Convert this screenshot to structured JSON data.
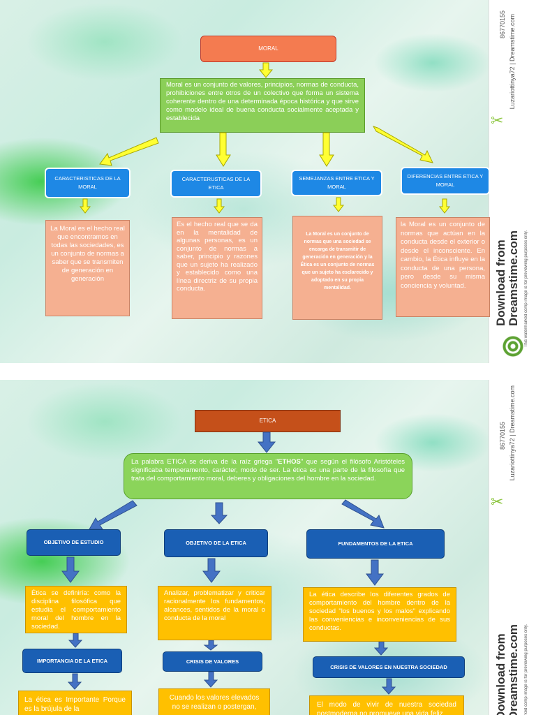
{
  "watermark": {
    "id_text": "86770155",
    "author_text": "Luzariottinya72 | Dreamstime.com",
    "download_line1": "Download from",
    "download_line2": "Dreamstime.com",
    "fine_print": "This watermarked comp image is for previewing purposes only."
  },
  "moral_panel": {
    "title": "MORAL",
    "definition": "Moral es un conjunto de valores, principios, normas de conducta, prohibiciones entre otros de un colectivo que forma un sistema coherente dentro de una determinada época histórica y que sirve como modelo ideal de buena conducta socialmente aceptada y establecida",
    "categories": [
      {
        "label": "CARACTERISTICAS DE LA MORAL",
        "text": "La Moral es el hecho real que encontramos en todas las sociedades, es un conjunto de normas a saber que se transmiten de generación en generación"
      },
      {
        "label": "CARACTERUSTICAS DE LA ETICA",
        "text": "Es el hecho real que se da en la mentalidad de algunas personas, es un conjunto de normas a saber, principio y razones que un sujeto ha realizado y establecido como una línea directriz de su propia conducta."
      },
      {
        "label": "SEMEJANZAS ENTRE ETICA Y MORAL",
        "text": "La Moral es un conjunto de normas que una sociedad se encarga de transmitir de generación en generación y la Ética es un conjunto de normas que un sujeto ha esclarecido y adoptado en su propia mentalidad."
      },
      {
        "label": "DIFERENCIAS ENTRE ETICA Y MORAL",
        "text": "la Moral es un conjunto de normas que actúan en la conducta desde el exterior o desde el inconsciente. En cambio, la Ética influye en la conducta de una persona, pero desde su misma conciencia y voluntad."
      }
    ]
  },
  "etica_panel": {
    "title": "ETICA",
    "definition_pre": "La palabra ETICA se deriva de la raíz griega \"",
    "definition_strong": "ETHOS",
    "definition_post": "\" que según el filósofo Aristóteles significaba temperamento, carácter, modo de ser. La ética es una parte de la filosofía que trata del comportamiento moral, deberes y obligaciones del hombre en la sociedad.",
    "columns": [
      {
        "label": "OBJETIVO DE ESTUDIO",
        "text": "Ética se definiría: como la disciplina filosófica que estudia el comportamiento moral del hombre en la sociedad.",
        "sub_label": "IMPORTANCIA DE LA ETICA",
        "sub_text": "La ética es Importante Porque es la brújula de la"
      },
      {
        "label": "OBJETIVO DE LA ETICA",
        "text": "Analizar, problematizar y criticar racionalmente los fundamentos, alcances, sentidos de la moral o conducta de la moral",
        "sub_label": "CRISIS DE VALORES",
        "sub_text": "Cuando los valores elevados no se realizan o postergan,"
      },
      {
        "label": "FUNDAMENTOS DE LA ETICA",
        "text": "La ética describe los diferentes grados de comportamiento del hombre dentro de la sociedad \"los buenos y los malos\" explicando las conveniencias e inconveniencias de sus conductas.",
        "sub_label": "CRISIS DE VALORES EN NUESTRA SOCIEDAD",
        "sub_text": "El modo de vivir de nuestra sociedad postmoderna no promueve una vida feliz"
      }
    ]
  },
  "colors": {
    "moral_title": "#f47b50",
    "etica_title": "#c5501a",
    "definition_green": "#8bcf58",
    "category_blue": "#1e88e5",
    "category_text_salmon": "#f5b091",
    "etica_navy": "#1a5fb4",
    "etica_yellow": "#ffc000",
    "arrow_yellow": "#ffff33",
    "arrow_blue": "#4472c4"
  }
}
